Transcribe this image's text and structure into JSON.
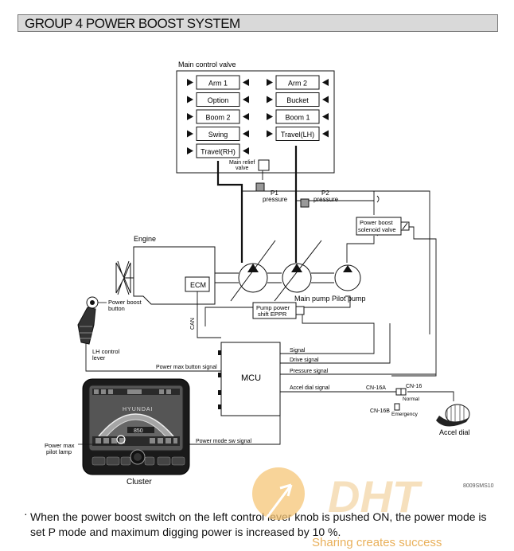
{
  "title": "GROUP  4  POWER BOOST SYSTEM",
  "diagram": {
    "main_control_valve": "Main control valve",
    "spools_left": [
      "Arm 1",
      "Option",
      "Boom 2",
      "Swing",
      "Travel(RH)"
    ],
    "spools_right": [
      "Arm 2",
      "Bucket",
      "Boom 1",
      "Travel(LH)"
    ],
    "main_relief_valve": [
      "Main relief",
      "valve"
    ],
    "p1_pressure": [
      "P1",
      "pressure"
    ],
    "p2_pressure": [
      "P2",
      "pressure"
    ],
    "power_boost_solenoid": [
      "Power boost",
      "solenoid valve"
    ],
    "engine": "Engine",
    "ecm": "ECM",
    "main_pump": "Main pump",
    "pilot_pump": "Pilot pump",
    "pump_power_eppr": [
      "Pump power",
      "shift EPPR"
    ],
    "can": "CAN",
    "mcu": "MCU",
    "power_boost_button": [
      "Power boost",
      "button"
    ],
    "lh_control_lever": [
      "LH control",
      "lever"
    ],
    "power_max_button_signal": "Power max button signal",
    "signal": "Signal",
    "drive_signal": "Drive signal",
    "pressure_signal": "Pressure signal",
    "accel_dial_signal": "Accel dial signal",
    "cn16a": "CN-16A",
    "cn16": "CN-16",
    "normal": "Normal",
    "cn16b": "CN-16B",
    "emergency": "Emergency",
    "accel_dial": "Accel dial",
    "power_max_pilot_lamp": [
      "Power max",
      "pilot lamp"
    ],
    "power_mode_sw_signal": "Power mode sw signal",
    "cluster": "Cluster",
    "cluster_brand": "HYUNDAI",
    "cluster_readout": "850",
    "figure_code": "8009SMS10"
  },
  "caption": "When the power boost switch on the left control lever knob is pushed ON, the power mode is set P mode and maximum digging power is increased by 10 %.",
  "watermark": {
    "logo": "DHT",
    "slogan": "Sharing creates success"
  }
}
